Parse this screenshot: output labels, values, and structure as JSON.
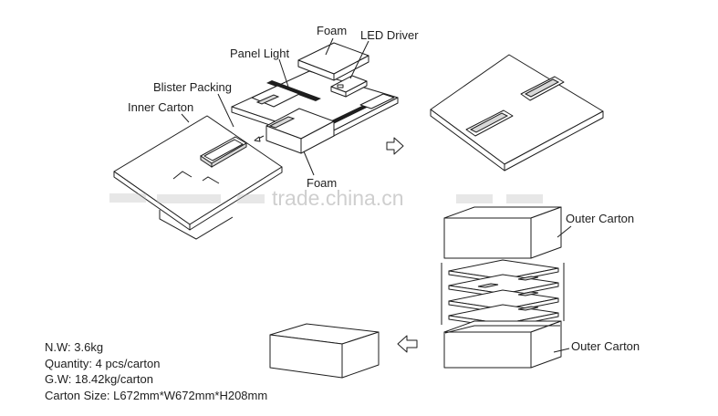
{
  "labels": {
    "foam_top": "Foam",
    "led_driver": "LED Driver",
    "panel_light": "Panel Light",
    "blister_packing": "Blister Packing",
    "inner_carton": "Inner Carton",
    "foam_bottom": "Foam",
    "outer_carton_top": "Outer Carton",
    "outer_carton_bottom": "Outer Carton"
  },
  "specs": {
    "net_weight": "N.W: 3.6kg",
    "quantity": "Quantity: 4 pcs/carton",
    "gross_weight": "G.W: 18.42kg/carton",
    "carton_size": "Carton Size: L672mm*W672mm*H208mm"
  },
  "watermark": {
    "text": "trade.china.cn"
  },
  "colors": {
    "line": "#1e1e1e",
    "watermark": "#cfcfcf"
  },
  "icons": [
    "arrow-right-icon",
    "arrow-left-icon"
  ]
}
